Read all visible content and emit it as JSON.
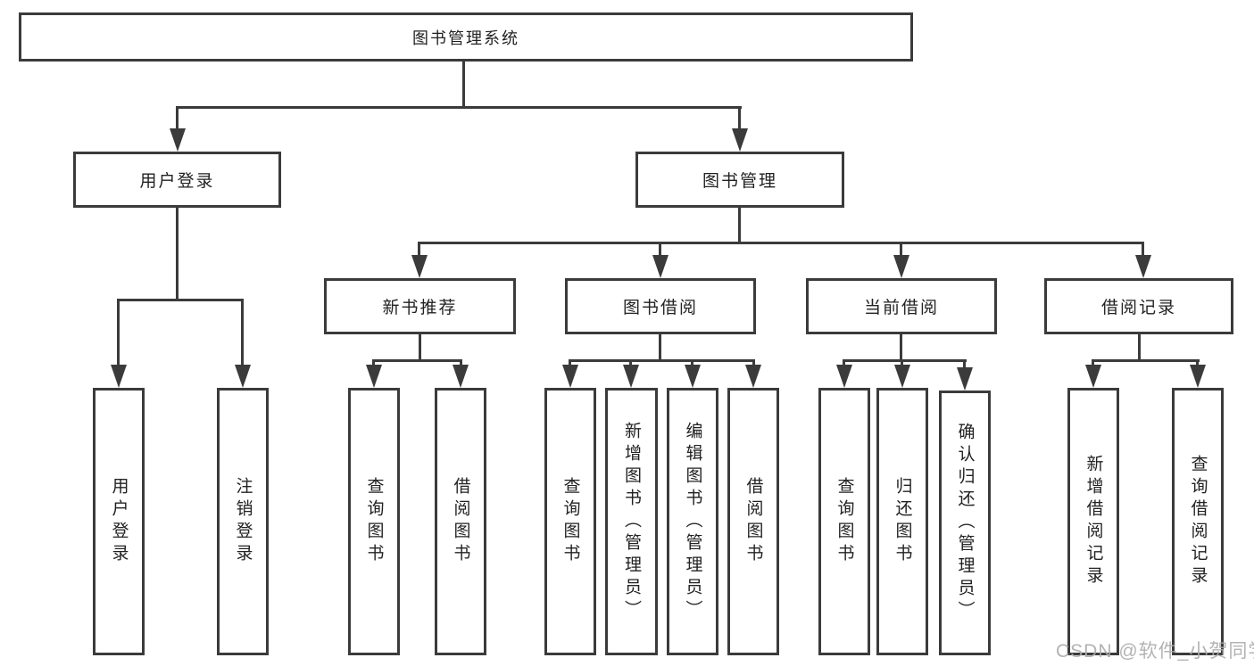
{
  "colors": {
    "line": "#3b3b3b",
    "border": "#3b3b3b",
    "text": "#222222",
    "watermark": "#acacac",
    "background": "#ffffff"
  },
  "watermark": {
    "text": "CSDN @软件_小贺同学"
  },
  "diagram": {
    "type": "tree",
    "root": {
      "label": "图书管理系统"
    },
    "level1": [
      {
        "id": "user-login",
        "label": "用户登录",
        "children": [
          "用户登录",
          "注销登录"
        ]
      },
      {
        "id": "book-management",
        "label": "图书管理"
      }
    ],
    "level2": [
      {
        "id": "new-book-recommend",
        "label": "新书推荐",
        "children": [
          "查询图书",
          "借阅图书"
        ]
      },
      {
        "id": "book-borrowing",
        "label": "图书借阅",
        "children": [
          "查询图书",
          "新增图书（管理员）",
          "编辑图书（管理员）",
          "借阅图书"
        ]
      },
      {
        "id": "current-borrowing",
        "label": "当前借阅",
        "children": [
          "查询图书",
          "归还图书",
          "确认归还（管理员）"
        ]
      },
      {
        "id": "borrowing-records",
        "label": "借阅记录",
        "children": [
          "新增借阅记录",
          "查询借阅记录"
        ]
      }
    ]
  }
}
